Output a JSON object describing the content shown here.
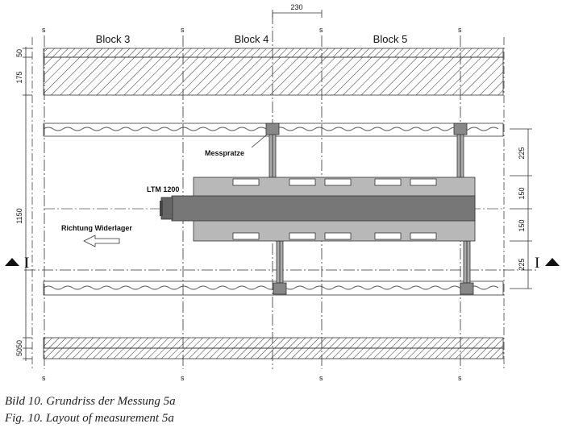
{
  "drawing": {
    "blocks": [
      "Block 3",
      "Block 4",
      "Block 5"
    ],
    "joint_mark": "s",
    "section_mark": "I",
    "dimensions": {
      "top": "230",
      "left_top_1": "50",
      "left_top_2": "175",
      "left_main": "1150",
      "left_bottom": "5050",
      "right_1": "225",
      "right_2": "150",
      "right_3": "150",
      "right_4": "225"
    },
    "labels": {
      "support_pad": "Messpratze",
      "machine": "LTM 1200",
      "direction": "Richtung Widerlager"
    }
  },
  "caption": {
    "de": "Bild 10.  Grundriss der Messung 5a",
    "en": "Fig. 10.  Layout of measurement 5a"
  }
}
